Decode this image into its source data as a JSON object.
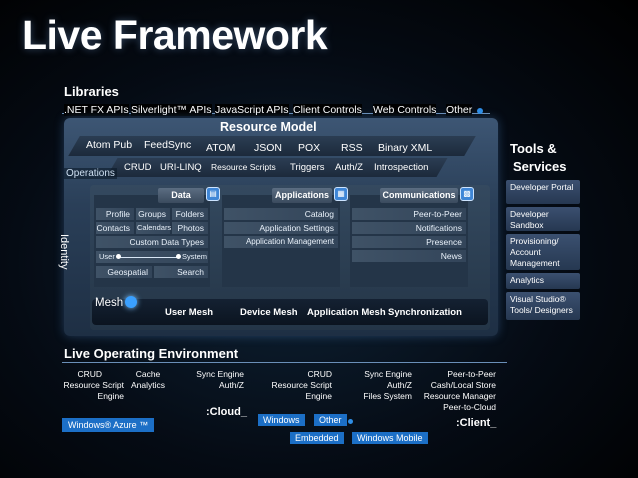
{
  "title": "Live Framework",
  "libraries": {
    "heading": "Libraries",
    "items": [
      ".NET FX APIs",
      "Silverlight™ APIs",
      "JavaScript APIs",
      "Client Controls",
      "Web Controls",
      "Other"
    ]
  },
  "resource_model": {
    "title": "Resource Model",
    "row1": [
      "Atom Pub",
      "FeedSync",
      "ATOM",
      "JSON",
      "POX",
      "RSS",
      "Binary XML"
    ],
    "row2": [
      "CRUD",
      "URI-LINQ",
      "Resource Scripts",
      "Triggers",
      "Auth/Z",
      "Introspection"
    ],
    "operations": "Operations",
    "identity": "Identity",
    "data": {
      "header": "Data",
      "cells": [
        "Profile",
        "Groups",
        "Folders",
        "Contacts",
        "Calendars",
        "Photos",
        "Custom Data Types",
        "User",
        "System",
        "Geospatial",
        "Search"
      ]
    },
    "applications": {
      "header": "Applications",
      "cells": [
        "Catalog",
        "Application Settings",
        "Application Management"
      ]
    },
    "communications": {
      "header": "Communications",
      "cells": [
        "Peer-to-Peer",
        "Notifications",
        "Presence",
        "News"
      ]
    },
    "mesh": {
      "label": "Mesh",
      "items": [
        "User Mesh",
        "Device Mesh",
        "Application Mesh",
        "Synchronization"
      ]
    }
  },
  "tools": {
    "heading_line1": "Tools &",
    "heading_line2": "Services",
    "items": [
      "Developer Portal",
      "Developer Sandbox",
      "Provisioning/ Account Management",
      "Analytics",
      "Visual Studio® Tools/ Designers"
    ]
  },
  "environment": {
    "heading": "Live Operating Environment",
    "cloud_left": [
      "CRUD",
      "Resource Script",
      "Engine"
    ],
    "cloud_cache": [
      "Cache",
      "Analytics"
    ],
    "cloud_sync": [
      "Sync Engine",
      "Auth/Z"
    ],
    "cloud_crud": [
      "CRUD",
      "Resource Script",
      "Engine"
    ],
    "client_sync": [
      "Sync Engine",
      "Auth/Z",
      "Files System"
    ],
    "client_p2p": [
      "Peer-to-Peer",
      "Cash/Local Store",
      "Resource Manager",
      "Peer-to-Cloud"
    ],
    "cloud_label": ":Cloud_",
    "client_label": ":Client_",
    "buttons": {
      "azure": "Windows® Azure ™",
      "windows": "Windows",
      "other": "Other",
      "embedded": "Embedded",
      "mobile": "Windows Mobile"
    }
  },
  "colors": {
    "accent": "#1c6fc6",
    "panel": "#2a3f58"
  }
}
